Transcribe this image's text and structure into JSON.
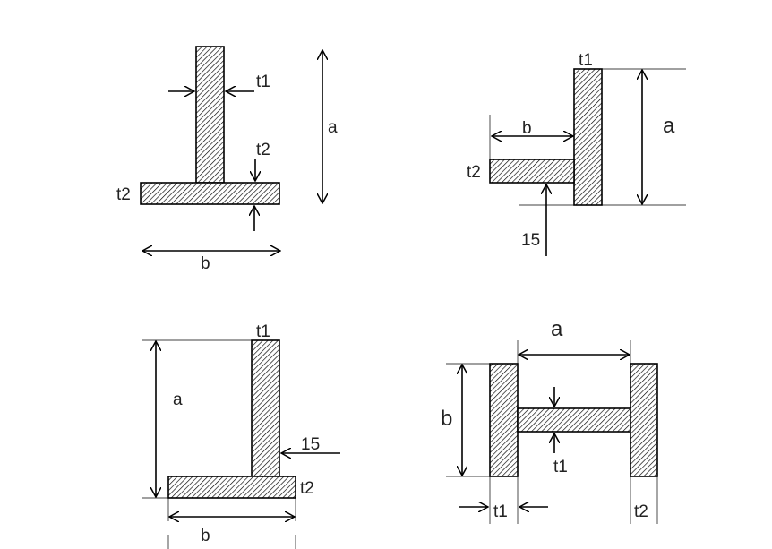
{
  "figures": {
    "t_section": {
      "t1": "t1",
      "t2": "t2",
      "t2_left": "t2",
      "a": "a",
      "b": "b"
    },
    "angle_upper": {
      "t1": "t1",
      "a": "a",
      "b": "b",
      "t2": "t2",
      "fillet": "15"
    },
    "angle_lower": {
      "t1": "t1",
      "a": "a",
      "fillet": "15",
      "t2": "t2",
      "b": "b"
    },
    "h_section": {
      "a": "a",
      "b": "b",
      "t1_web": "t1",
      "t1_flange": "t1",
      "t2": "t2"
    }
  },
  "colors": {
    "line": "#000000",
    "hatch": "#000000",
    "background": "#ffffff",
    "text": "#222222"
  }
}
